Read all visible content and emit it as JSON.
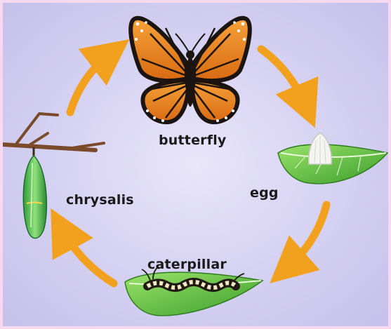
{
  "diagram": {
    "stages": [
      {
        "key": "butterfly",
        "label": "butterfly"
      },
      {
        "key": "egg",
        "label": "egg"
      },
      {
        "key": "caterpillar",
        "label": "caterpillar"
      },
      {
        "key": "chrysalis",
        "label": "chrysalis"
      }
    ],
    "colors": {
      "background": "#d8d4f3",
      "border": "#f7d9ef",
      "arrow": "#f2a11f",
      "leaf": "#5fbf3a",
      "wing": "#e8821e",
      "vein": "#1b1410"
    }
  }
}
